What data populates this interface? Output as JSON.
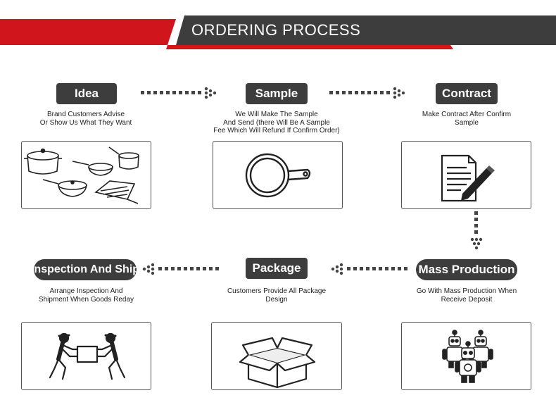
{
  "header": {
    "title": "ORDERING PROCESS"
  },
  "steps": [
    {
      "label": "Idea",
      "desc": [
        "Brand Customers Advise",
        "Or Show Us What They Want"
      ],
      "icon": "cookware-icon"
    },
    {
      "label": "Sample",
      "desc": [
        "We Will Make The Sample",
        "And Send (there Will Be A Sample",
        "Fee Which Will Refund If Confirm Order)"
      ],
      "icon": "frying-pan-icon"
    },
    {
      "label": "Contract",
      "desc": [
        "Make Contract After Confirm",
        "Sample"
      ],
      "icon": "contract-document-icon"
    },
    {
      "label": "Mass Production",
      "desc": [
        "Go With Mass Production When",
        "Receive Deposit"
      ],
      "icon": "robots-icon"
    },
    {
      "label": "Package",
      "desc": [
        "Customers Provide All Package",
        "Design"
      ],
      "icon": "open-box-icon"
    },
    {
      "label": "Inspection And Ship",
      "desc": [
        "Arrange Inspection And",
        "Shipment When Goods Reday"
      ],
      "icon": "workers-carrying-box-icon"
    }
  ],
  "colors": {
    "banner_dark": "#3d3d3d",
    "banner_red": "#d0161c",
    "pill": "#3d3d3d"
  }
}
